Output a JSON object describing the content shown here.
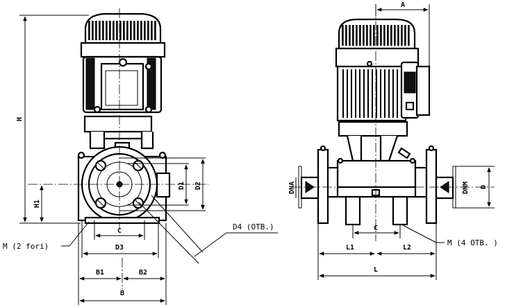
{
  "diagram": {
    "front_view": {
      "labels": {
        "H": "H",
        "H1": "H1",
        "D1": "D1",
        "D2": "D2",
        "C": "C",
        "D3": "D3",
        "B1": "B1",
        "B2": "B2",
        "B": "B",
        "D4": "D4 (OTB.)",
        "M": "M (2 fori)"
      }
    },
    "side_view": {
      "labels": {
        "A": "A",
        "DNA": "DNA",
        "DNM": "DNM",
        "D": "D",
        "C": "C",
        "L1": "L1",
        "L2": "L2",
        "L": "L",
        "M": "M (4 OTB. )"
      }
    },
    "colors": {
      "line": "#000000",
      "background": "#ffffff"
    }
  }
}
